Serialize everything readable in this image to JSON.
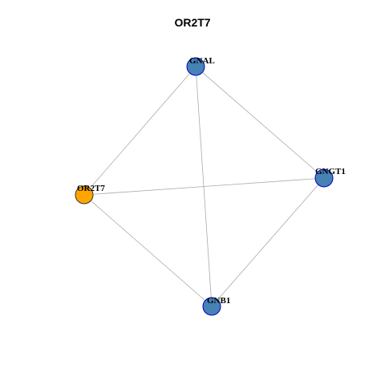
{
  "title": "OR2T7",
  "colors": {
    "query_node": "#FFA500",
    "partner_node": "#4682B4",
    "node_border": "#0000CD",
    "edge": "#AAAAAA"
  },
  "nodes": [
    {
      "id": "GNAL",
      "label": "GNAL",
      "role": "partner"
    },
    {
      "id": "GNGT1",
      "label": "GNGT1",
      "role": "partner"
    },
    {
      "id": "OR2T7",
      "label": "OR2T7",
      "role": "query"
    },
    {
      "id": "GNB1",
      "label": "GNB1",
      "role": "partner"
    }
  ],
  "edges": [
    {
      "source": "GNAL",
      "target": "GNGT1"
    },
    {
      "source": "GNAL",
      "target": "OR2T7"
    },
    {
      "source": "GNAL",
      "target": "GNB1"
    },
    {
      "source": "OR2T7",
      "target": "GNGT1"
    },
    {
      "source": "OR2T7",
      "target": "GNB1"
    },
    {
      "source": "GNGT1",
      "target": "GNB1"
    }
  ]
}
